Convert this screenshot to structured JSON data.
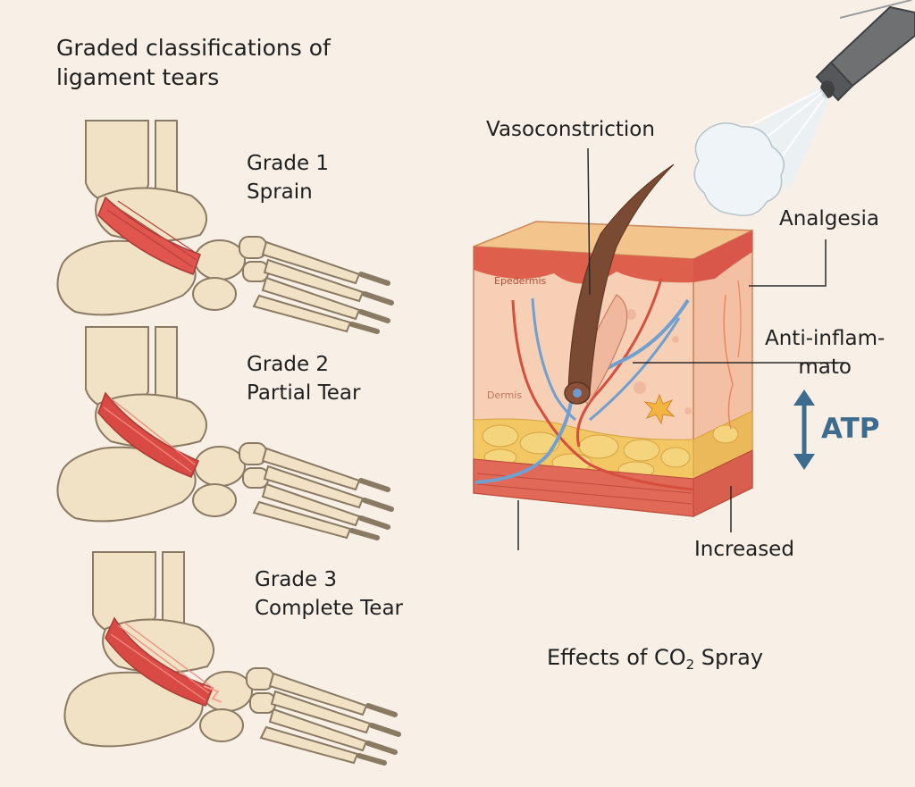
{
  "title_line1": "Graded classifications of",
  "title_line2": "ligament tears",
  "grades": [
    {
      "line1": "Grade 1",
      "line2": "Sprain"
    },
    {
      "line1": "Grade 2",
      "line2": "Partial Tear"
    },
    {
      "line1": "Grade 3",
      "line2": "Complete Tear"
    }
  ],
  "labels": {
    "vasoconstriction": "Vasoconstriction",
    "analgesia": "Analgesia",
    "anti_line1": "Anti-inflam-",
    "anti_line2": "mato",
    "increased": "Increased",
    "atp": "ATP",
    "epidermis": "Epedermis",
    "dermis": "Dermis"
  },
  "caption": {
    "prefix": "Effects of CO",
    "sub": "2",
    "suffix": " Spray"
  },
  "colors": {
    "background": "#f8f0e6",
    "bone": "#f1e2c5",
    "bone_outline": "#8a7a63",
    "ligament": "#e0554e",
    "skin_red": "#de5f4c",
    "dermis": "#f6cfb4",
    "fat": "#f2c764",
    "vein": "#6fa0cf",
    "hair": "#7a4a33",
    "atp_blue": "#3e6c8f"
  }
}
